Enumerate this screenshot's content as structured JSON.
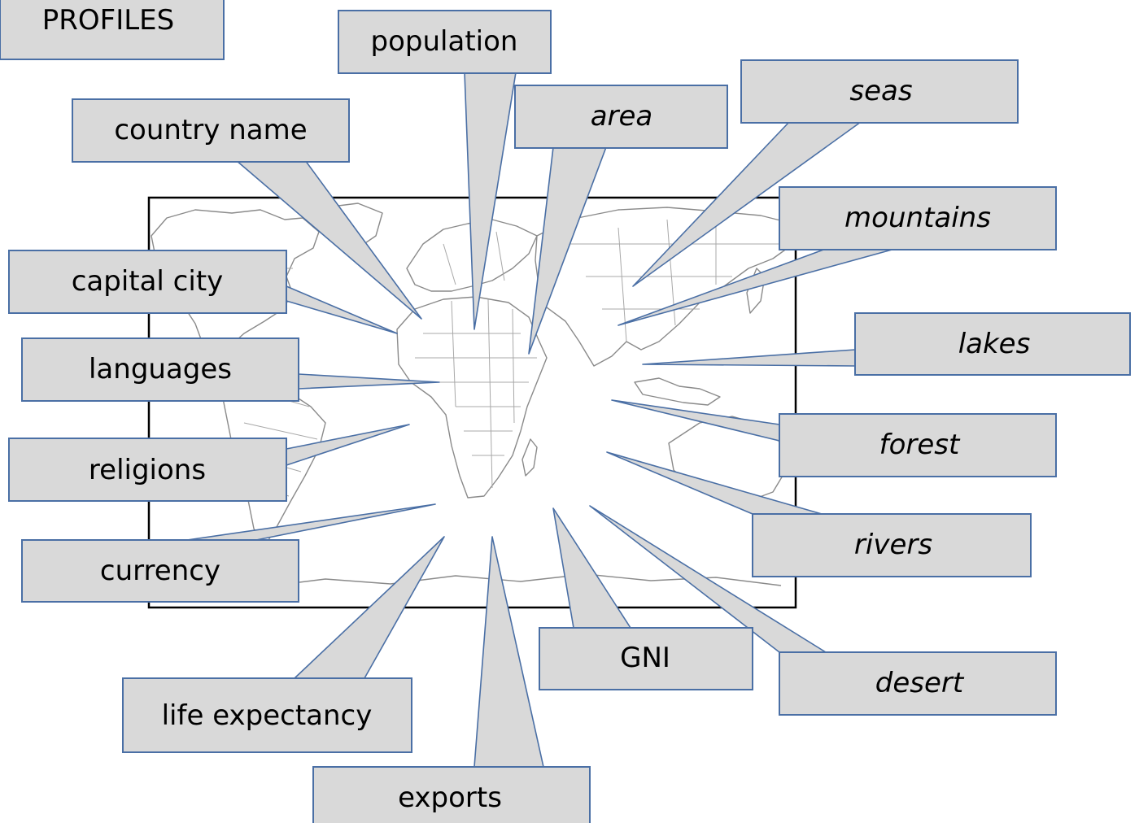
{
  "title": "PROFILES",
  "colors": {
    "box_fill": "#d9d9d9",
    "box_stroke": "#4a6fa5",
    "map_frame": "#000000"
  },
  "center_image": "world-map-outline",
  "callouts": [
    {
      "id": "population",
      "label": "population",
      "italic": false
    },
    {
      "id": "area",
      "label": "area",
      "italic": true
    },
    {
      "id": "seas",
      "label": "seas",
      "italic": true
    },
    {
      "id": "country-name",
      "label": "country name",
      "italic": false
    },
    {
      "id": "mountains",
      "label": "mountains",
      "italic": true
    },
    {
      "id": "capital-city",
      "label": "capital city",
      "italic": false
    },
    {
      "id": "lakes",
      "label": "lakes",
      "italic": true
    },
    {
      "id": "languages",
      "label": "languages",
      "italic": false
    },
    {
      "id": "forest",
      "label": "forest",
      "italic": true
    },
    {
      "id": "religions",
      "label": "religions",
      "italic": false
    },
    {
      "id": "rivers",
      "label": "rivers",
      "italic": true
    },
    {
      "id": "currency",
      "label": "currency",
      "italic": false
    },
    {
      "id": "gni",
      "label": "GNI",
      "italic": false
    },
    {
      "id": "desert",
      "label": "desert",
      "italic": true
    },
    {
      "id": "life-expectancy",
      "label": "life expectancy",
      "italic": false
    },
    {
      "id": "exports",
      "label": "exports",
      "italic": false
    }
  ]
}
